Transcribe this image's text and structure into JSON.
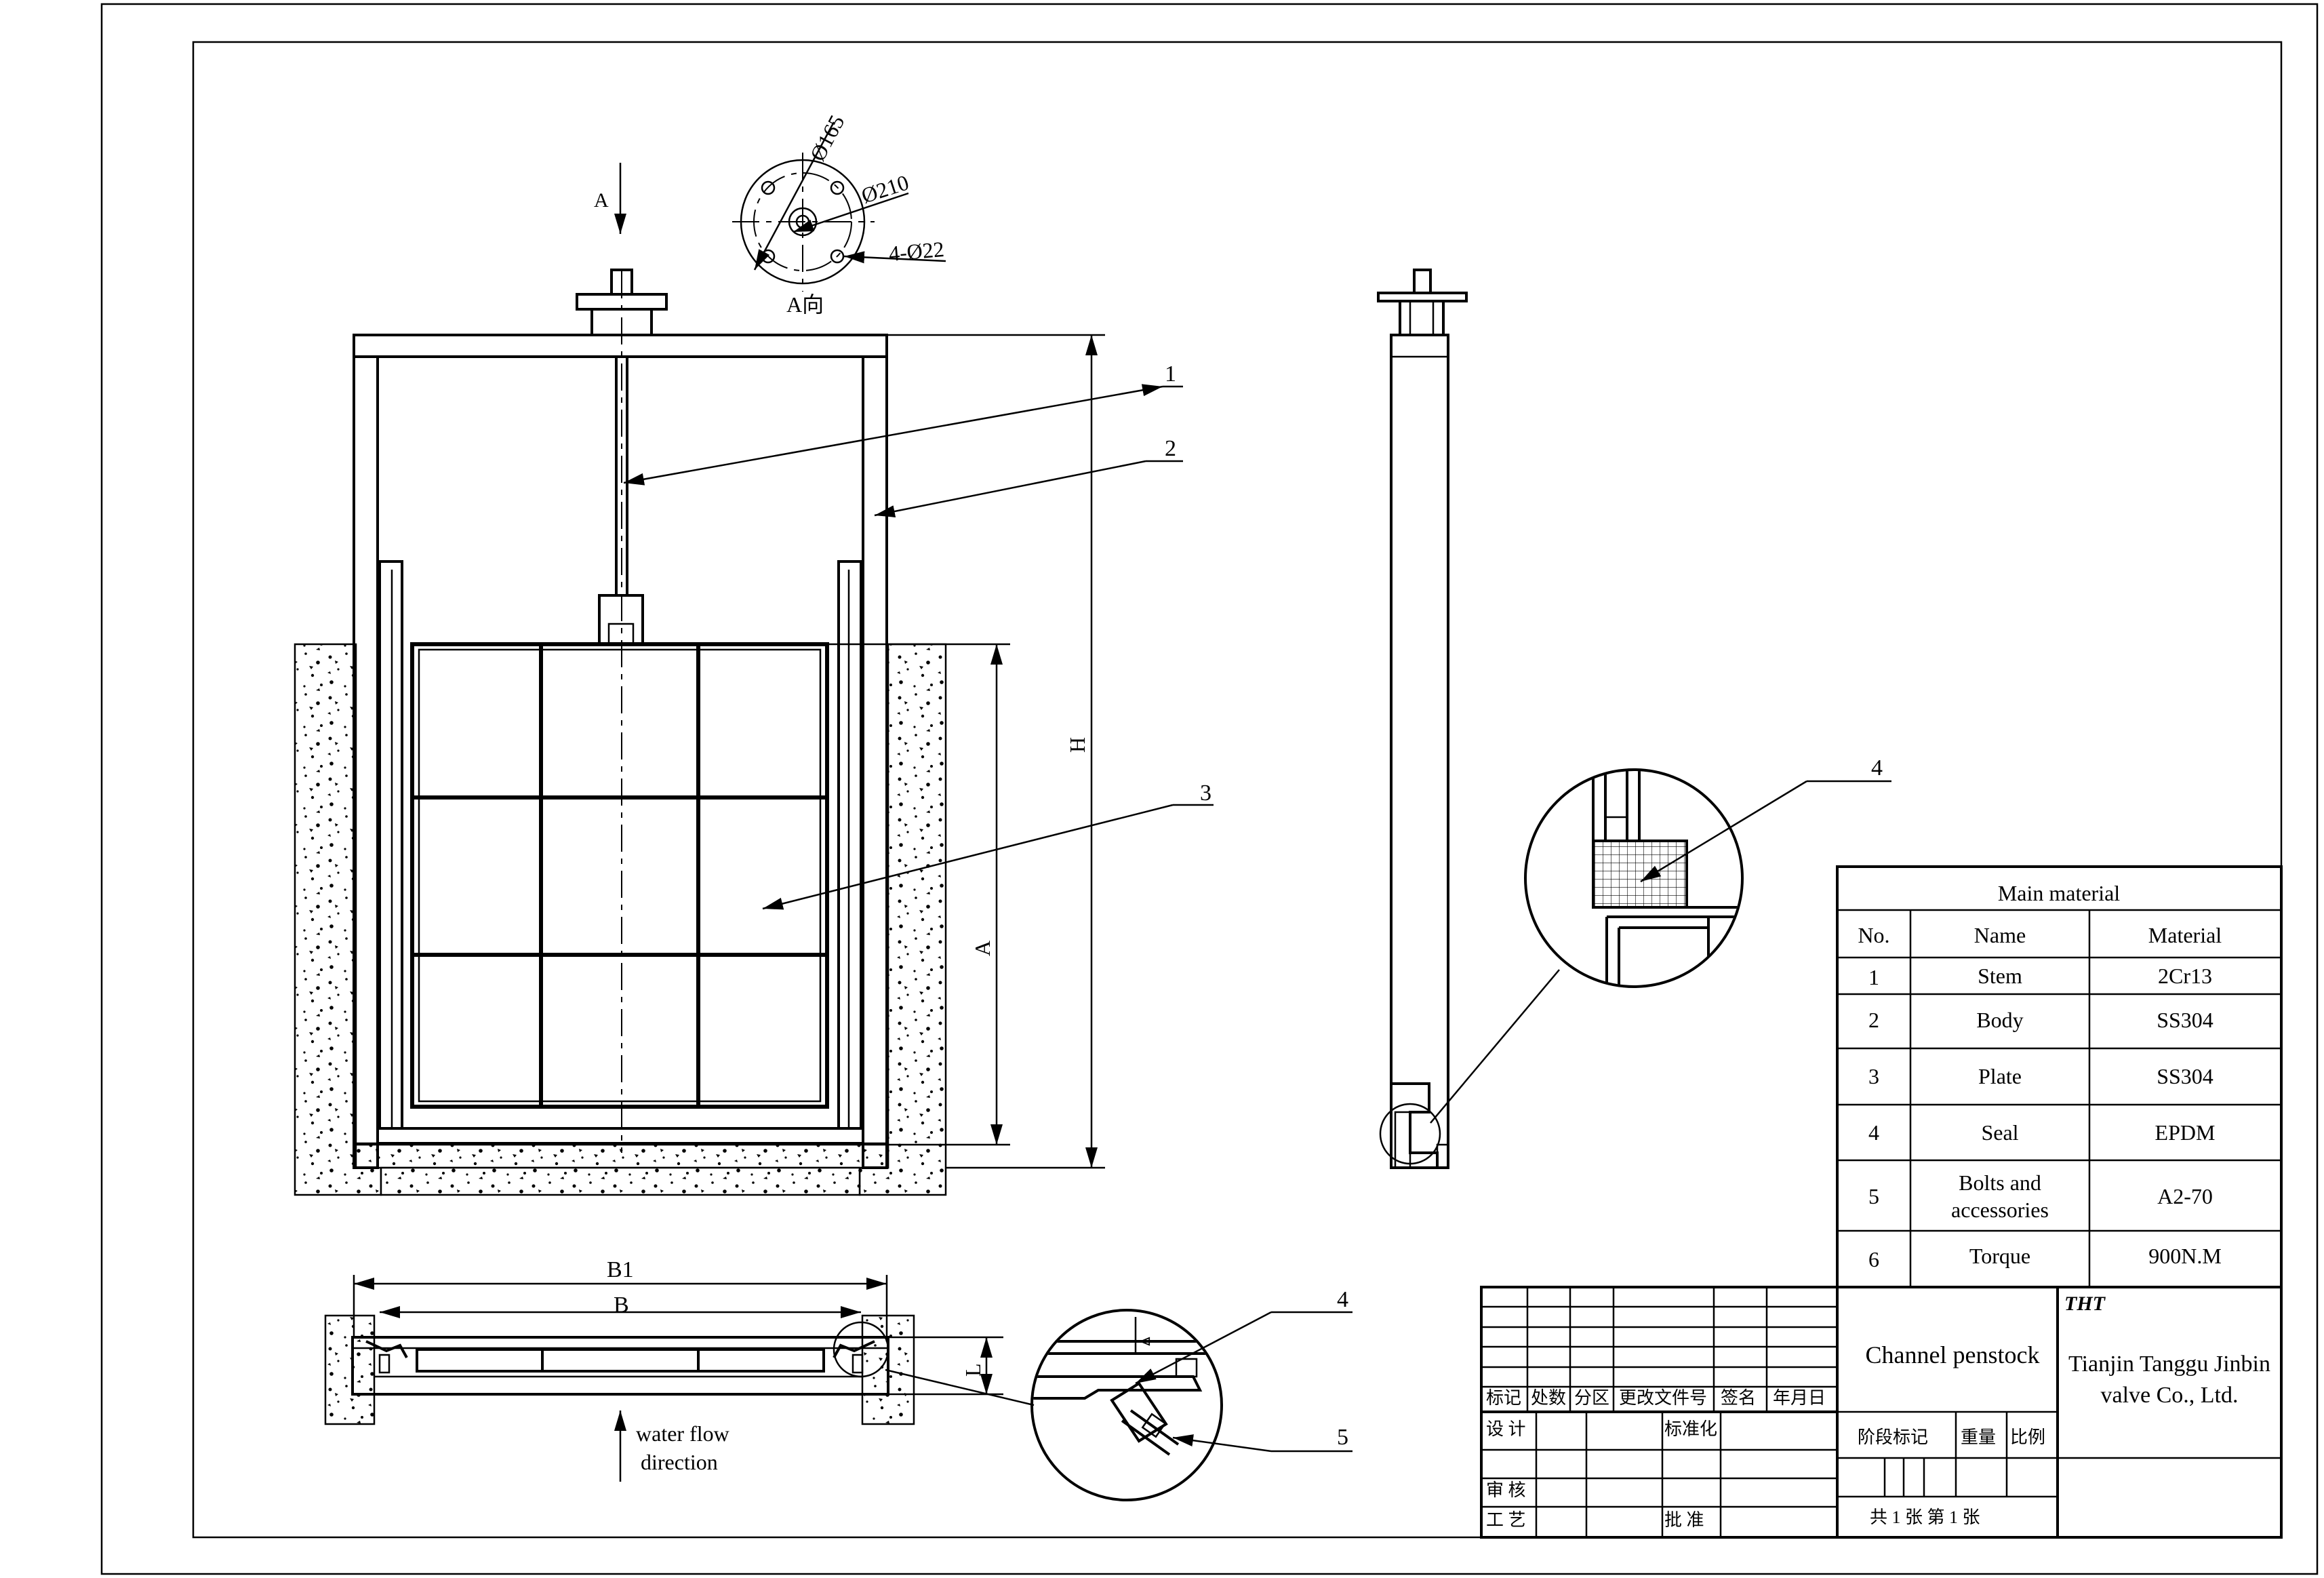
{
  "views": {
    "view_arrow": "A",
    "flange_view_label": "A向",
    "flange_dims": {
      "inner_pcd": "Ø165",
      "outer": "Ø210",
      "holes": "4-Ø22"
    },
    "dim_height": "H",
    "dim_opening": "A",
    "dim_b1": "B1",
    "dim_b": "B",
    "dim_l": "L",
    "flow_text_line1": "water flow",
    "flow_text_line2": "direction"
  },
  "callouts": [
    "1",
    "2",
    "3",
    "4",
    "5"
  ],
  "detail_callout_side": "4",
  "material_table": {
    "title": "Main material",
    "headers": [
      "No.",
      "Name",
      "Material"
    ],
    "rows": [
      {
        "no": "1",
        "name": "Stem",
        "material": "2Cr13"
      },
      {
        "no": "2",
        "name": "Body",
        "material": "SS304"
      },
      {
        "no": "3",
        "name": "Plate",
        "material": "SS304"
      },
      {
        "no": "4",
        "name": "Seal",
        "material": "EPDM"
      },
      {
        "no": "5",
        "name_line1": "Bolts and",
        "name_line2": "accessories",
        "material": "A2-70"
      },
      {
        "no": "6",
        "name": "Torque",
        "material": "900N.M"
      }
    ]
  },
  "title_block": {
    "drawing_title": "Channel penstock",
    "logo": "THT",
    "company_line1": "Tianjin Tanggu Jinbin",
    "company_line2": "valve Co., Ltd.",
    "rev_headers": [
      "标记",
      "处数",
      "分区",
      "更改文件号",
      "签名",
      "年月日"
    ],
    "design": "设 计",
    "standardization": "标准化",
    "review": "审 核",
    "process": "工 艺",
    "approve": "批 准",
    "stage_mark": "阶段标记",
    "weight": "重量",
    "scale": "比例",
    "sheets": "共 1 张 第 1 张"
  }
}
